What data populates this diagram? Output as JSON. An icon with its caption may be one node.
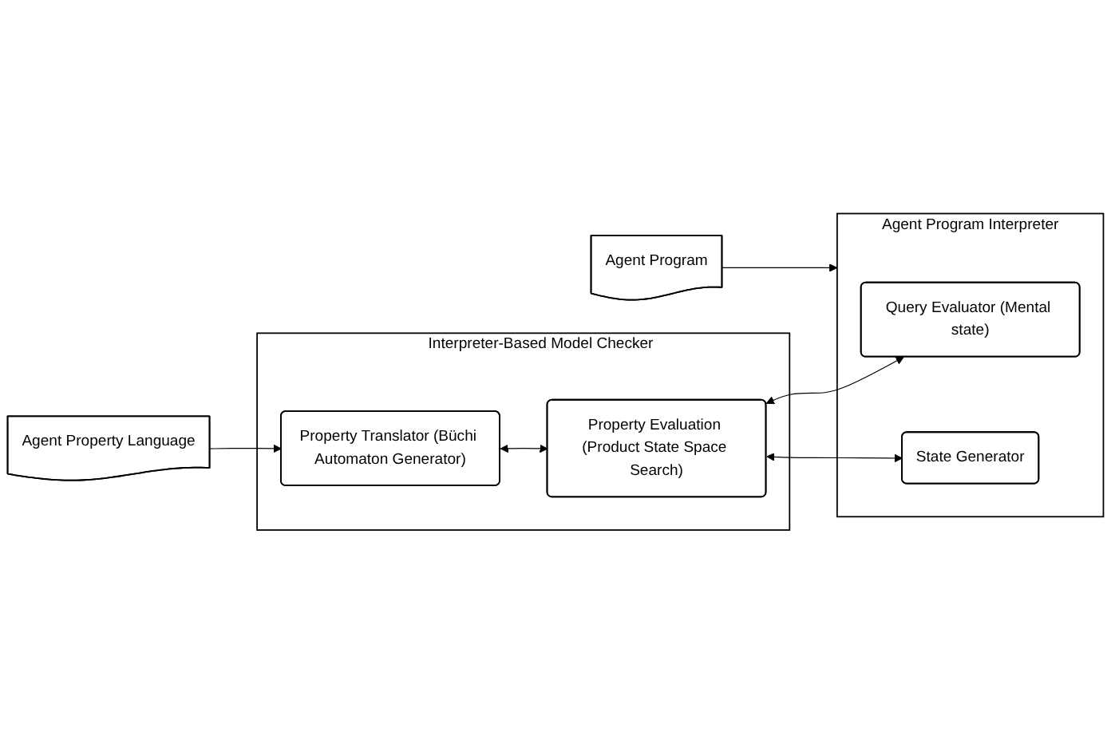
{
  "diagram": {
    "nodes": [
      {
        "text": [
          "Agent Property Language"
        ]
      },
      {
        "text": [
          "Interpreter-Based Model Checker"
        ]
      },
      {
        "text": [
          "Property Translator (Büchi Automaton Generator)"
        ],
        "in": 1
      },
      {
        "text": [
          "Property Evaluation (Product State Space Search)"
        ],
        "in": 1
      },
      {
        "text": [
          "Agent Program"
        ]
      },
      {
        "text": [
          "Agent Program Interpreter"
        ]
      },
      {
        "text": [
          "Query Evaluator (Mental state)"
        ],
        "in": 5
      },
      {
        "text": [
          "State Generator"
        ],
        "in": 5
      }
    ],
    "edges": [
      {
        "from": 0,
        "to": 2,
        "arrow": "to"
      },
      {
        "from": 2,
        "to": 3,
        "arrow": "both"
      },
      {
        "from": 3,
        "to": 6,
        "arrow": "both"
      },
      {
        "from": 3,
        "to": 7,
        "arrow": "both"
      },
      {
        "from": 4,
        "to": 5,
        "arrow": "to"
      }
    ]
  }
}
